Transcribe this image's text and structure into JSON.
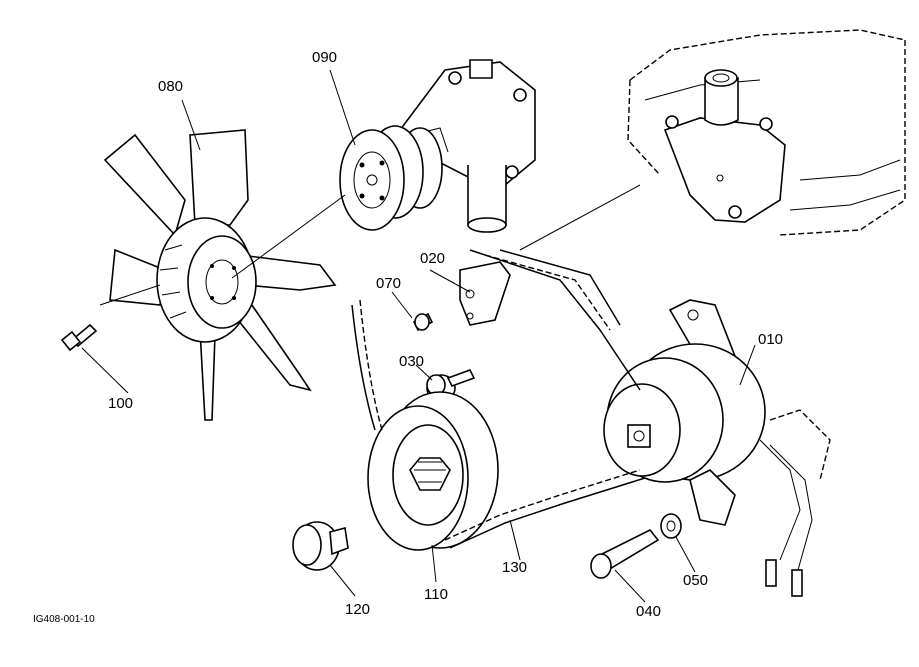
{
  "drawing_code": "IG408-001-10",
  "callouts": {
    "c010": "010",
    "c020": "020",
    "c030": "030",
    "c040": "040",
    "c050": "050",
    "c070": "070",
    "c080": "080",
    "c090": "090",
    "c100": "100",
    "c110": "110",
    "c120": "120",
    "c130": "130"
  }
}
